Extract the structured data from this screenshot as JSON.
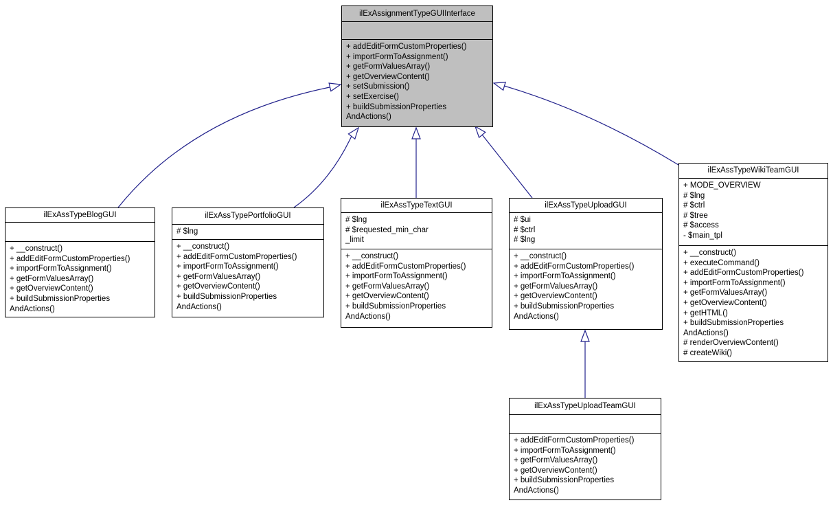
{
  "colors": {
    "edge": "#22228c",
    "interface_fill": "#bfbfbf",
    "class_fill": "#ffffff",
    "border": "#000000",
    "background": "#ffffff"
  },
  "classes": [
    {
      "name": "ilExAssignmentTypeGUIInterface",
      "attributes": [],
      "methods": [
        "+ addEditFormCustomProperties()",
        "+ importFormToAssignment()",
        "+ getFormValuesArray()",
        "+ getOverviewContent()",
        "+ setSubmission()",
        "+ setExercise()",
        "+ buildSubmissionProperties\nAndActions()"
      ]
    },
    {
      "name": "ilExAssTypeBlogGUI",
      "attributes": [],
      "methods": [
        "+ __construct()",
        "+ addEditFormCustomProperties()",
        "+ importFormToAssignment()",
        "+ getFormValuesArray()",
        "+ getOverviewContent()",
        "+ buildSubmissionProperties\nAndActions()"
      ]
    },
    {
      "name": "ilExAssTypePortfolioGUI",
      "attributes": [
        "# $lng"
      ],
      "methods": [
        "+ __construct()",
        "+ addEditFormCustomProperties()",
        "+ importFormToAssignment()",
        "+ getFormValuesArray()",
        "+ getOverviewContent()",
        "+ buildSubmissionProperties\nAndActions()"
      ]
    },
    {
      "name": "ilExAssTypeTextGUI",
      "attributes": [
        "# $lng",
        "# $requested_min_char\n_limit"
      ],
      "methods": [
        "+ __construct()",
        "+ addEditFormCustomProperties()",
        "+ importFormToAssignment()",
        "+ getFormValuesArray()",
        "+ getOverviewContent()",
        "+ buildSubmissionProperties\nAndActions()"
      ]
    },
    {
      "name": "ilExAssTypeUploadGUI",
      "attributes": [
        "# $ui",
        "# $ctrl",
        "# $lng"
      ],
      "methods": [
        "+ __construct()",
        "+ addEditFormCustomProperties()",
        "+ importFormToAssignment()",
        "+ getFormValuesArray()",
        "+ getOverviewContent()",
        "+ buildSubmissionProperties\nAndActions()"
      ]
    },
    {
      "name": "ilExAssTypeWikiTeamGUI",
      "attributes": [
        "+ MODE_OVERVIEW",
        "# $lng",
        "# $ctrl",
        "# $tree",
        "# $access",
        "- $main_tpl"
      ],
      "methods": [
        "+ __construct()",
        "+ executeCommand()",
        "+ addEditFormCustomProperties()",
        "+ importFormToAssignment()",
        "+ getFormValuesArray()",
        "+ getOverviewContent()",
        "+ getHTML()",
        "+ buildSubmissionProperties\nAndActions()",
        "# renderOverviewContent()",
        "# createWiki()"
      ]
    },
    {
      "name": "ilExAssTypeUploadTeamGUI",
      "attributes": [],
      "methods": [
        "+ addEditFormCustomProperties()",
        "+ importFormToAssignment()",
        "+ getFormValuesArray()",
        "+ getOverviewContent()",
        "+ buildSubmissionProperties\nAndActions()"
      ]
    }
  ],
  "relations": [
    {
      "from": "ilExAssTypeBlogGUI",
      "to": "ilExAssignmentTypeGUIInterface",
      "type": "inheritance"
    },
    {
      "from": "ilExAssTypePortfolioGUI",
      "to": "ilExAssignmentTypeGUIInterface",
      "type": "inheritance"
    },
    {
      "from": "ilExAssTypeTextGUI",
      "to": "ilExAssignmentTypeGUIInterface",
      "type": "inheritance"
    },
    {
      "from": "ilExAssTypeUploadGUI",
      "to": "ilExAssignmentTypeGUIInterface",
      "type": "inheritance"
    },
    {
      "from": "ilExAssTypeWikiTeamGUI",
      "to": "ilExAssignmentTypeGUIInterface",
      "type": "inheritance"
    },
    {
      "from": "ilExAssTypeUploadTeamGUI",
      "to": "ilExAssTypeUploadGUI",
      "type": "inheritance"
    }
  ]
}
